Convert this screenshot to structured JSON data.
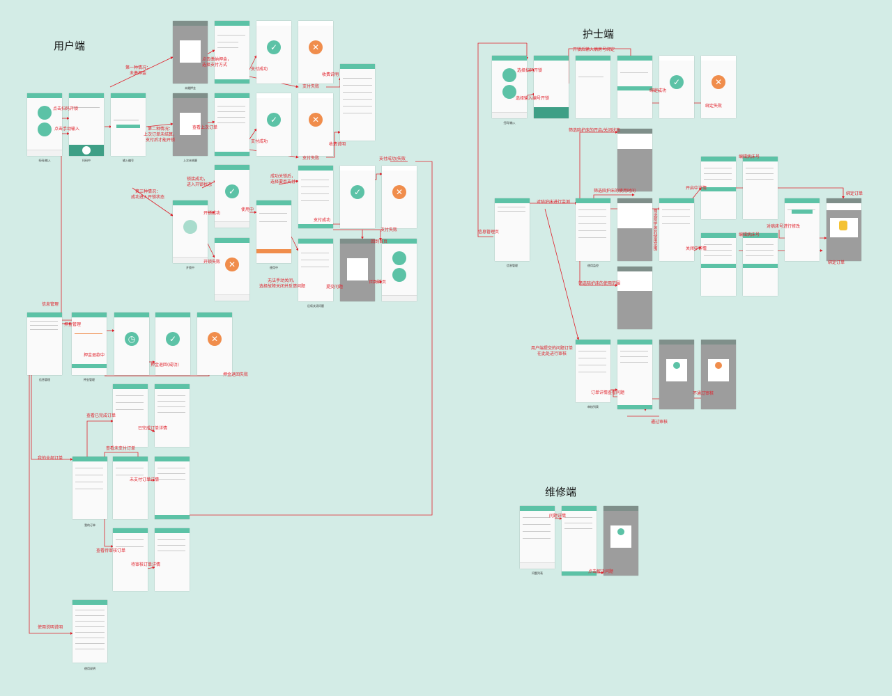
{
  "sections": {
    "user": "用户端",
    "nurse": "护士端",
    "repair": "维修端"
  },
  "colors": {
    "background": "#d3ece6",
    "accent": "#5cc2a6",
    "arrow": "#e0202a",
    "error": "#f08d4c"
  },
  "user_flow": {
    "captions": {
      "scan_input": "扫码/输入",
      "scanning": "扫码中",
      "input_number": "输入编号",
      "nonzero_bill": "未繳押金",
      "last_unpaid": "上次未結算",
      "unlocking": "开锁中",
      "using": "使用中",
      "abnormal_close": "后续关闭问题",
      "info_manage": "信息管理",
      "deposit_manage": "押金管理",
      "my_orders": "我的订单",
      "usage_guide": "使用说明"
    },
    "labels": {
      "click_scan": "点击扫码开锁",
      "click_manual": "点击手动输入",
      "case1": "第一种情况：\n未缴押金",
      "case2": "第二种情况：\n上次订单未结算，\n支付后才能开锁",
      "case3": "第三种情况：\n成功进入开锁状态",
      "tap_pay_deposit": "点击缴纳押金，\n选择支付方式",
      "view_last_order": "查看上次订单",
      "pay_success_1": "支付成功",
      "pay_success_2": "支付成功",
      "pay_fail_1": "支付失败",
      "pay_fail_2": "支付失败",
      "fee_desc_1": "收费说明",
      "fee_desc_2": "收费说明",
      "unlock_ok_enter": "锁接成功，\n进入开锁状态",
      "unlock_ok": "开锁成功",
      "unlock_fail": "开锁失败",
      "in_use": "使用中",
      "close_success": "成功关锁后，\n选择要否支付",
      "pay_ok_2": "支付成功",
      "pay_ok_fail": "支付成功/失败",
      "pay_fail_3": "支付失败",
      "back_home_1": "回到首页",
      "back_home_2": "回到首页",
      "manual_close": "无法手动关闭，\n选择故障关闭并反馈问题",
      "report_issue": "提交问题",
      "info_manage": "信息管理",
      "deposit_manage": "押金管理",
      "deposit_refunding": "押金退款中",
      "deposit_refund_ok": "押金退回(成功)",
      "deposit_refund_fail": "押金退回失败",
      "my_all_orders": "我的全部订单",
      "view_done": "查看已完成订单",
      "done_detail": "已完成订单详情",
      "view_unpaid": "查看未支付订单",
      "unpaid_detail": "未支付订单详情",
      "view_pending": "查看待审核订单",
      "pending_detail": "待审核订单详情",
      "usage_guide": "使用说明说明"
    }
  },
  "nurse_flow": {
    "captions": {
      "scan_input": "扫码/输入",
      "info_manage": "信息管理",
      "usage_monitor": "使用监控",
      "review_list": "审核列表"
    },
    "labels": {
      "choose_scan": "选择扫码开锁",
      "choose_number": "选择输入编号开锁",
      "input_after": "开锁后输入病房号绑定",
      "unlock_ok": "绑定成功",
      "bind_fail": "绑定失败",
      "info_manage": "信息管理页",
      "monitor": "对陪护床进行监测",
      "filter_state": "筛选陪护床的开启/关闭状态",
      "filter_usage": "筛选陪护床的使用时间",
      "filter_zone": "筛选陪护床的使用范围",
      "open_detail": "开启中详情",
      "close_detail": "关闭中详情",
      "edit_bed": "编辑病床号",
      "edit_bed_2": "编辑病床号",
      "bind_order": "绑定订单",
      "bind_order_2": "绑定订单",
      "modify": "对病床号进行修改",
      "user_submit": "用户端提交的问题订单\n在此处进行审核",
      "view_order_issue": "订单详情查看问题",
      "pass_review": "通过审核",
      "reject_review": "不通过审核",
      "vertical_label": "筛选陪护床的使用范围"
    }
  },
  "repair_flow": {
    "captions": {
      "issue_list": "问题列表"
    },
    "labels": {
      "issue_detail": "问题详情",
      "click_resolve": "点击解决问题"
    }
  }
}
